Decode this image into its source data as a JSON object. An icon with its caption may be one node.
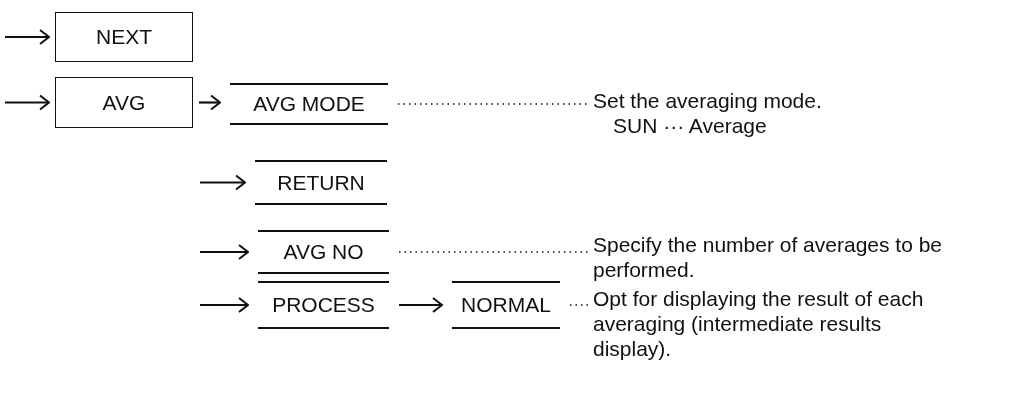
{
  "diagram": {
    "nodes": [
      {
        "text": [
          "NEXT"
        ]
      },
      {
        "text": [
          "AVG"
        ]
      },
      {
        "text": [
          "AVG MODE"
        ]
      },
      {
        "text": [
          "RETURN"
        ]
      },
      {
        "text": [
          "AVG NO"
        ]
      },
      {
        "text": [
          "PROCESS"
        ]
      },
      {
        "text": [
          "NORMAL"
        ]
      },
      {
        "text": [
          "Set the averaging mode.",
          "SUN ··· Average"
        ]
      },
      {
        "text": [
          "Specify the number of averages to be performed."
        ]
      },
      {
        "text": [
          "Opt for displaying the result of each averaging (intermediate results display)."
        ]
      }
    ],
    "edges": [
      {
        "from": null,
        "to": 0,
        "arrow": "to"
      },
      {
        "from": null,
        "to": 1,
        "arrow": "to"
      },
      {
        "from": 1,
        "to": 2,
        "arrow": "to"
      },
      {
        "from": 2,
        "to": 7,
        "arrow": "none",
        "style": "dashed"
      },
      {
        "from": null,
        "to": 3,
        "arrow": "to"
      },
      {
        "from": null,
        "to": 4,
        "arrow": "to"
      },
      {
        "from": 4,
        "to": 8,
        "arrow": "none",
        "style": "dashed"
      },
      {
        "from": null,
        "to": 5,
        "arrow": "to"
      },
      {
        "from": 5,
        "to": 6,
        "arrow": "to"
      },
      {
        "from": 6,
        "to": 9,
        "arrow": "none",
        "style": "dashed"
      }
    ]
  }
}
